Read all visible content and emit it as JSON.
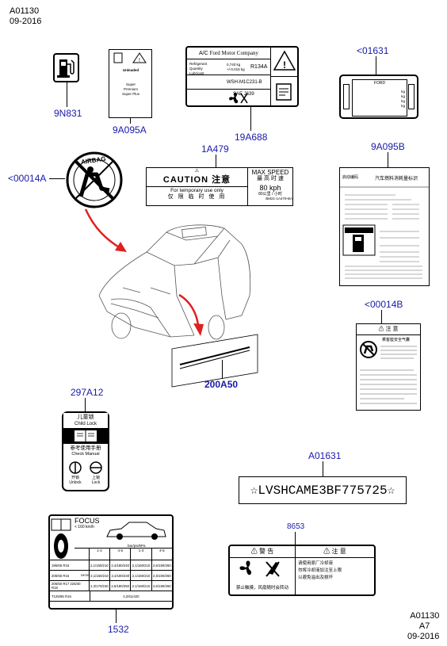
{
  "corner_top": {
    "line1": "A01130",
    "line2": "09-2016"
  },
  "corner_bottom": {
    "line1": "A01130",
    "line2": "A7",
    "line3": "09-2016"
  },
  "parts": {
    "p9N831": "9N831",
    "p9A095A": "9A095A",
    "p19A688": "19A688",
    "p01631": "<01631",
    "p1A479": "1A479",
    "p9A095B": "9A095B",
    "p00014A": "<00014A",
    "p00014B": "<00014B",
    "p200A50": "200A50",
    "p297A12": "297A12",
    "pA01631": "A01631",
    "p8653": "8653",
    "p1532": "1532"
  },
  "ac_label": {
    "header_left": "A/C",
    "header_company": "Ford Motor Company",
    "refrigerant": "R134A",
    "amount1": "0,740 kg",
    "amount2": "+/-0,015 kg",
    "spec": "WSH-M1C231-B",
    "standard": "SAE J639"
  },
  "fuel_label_9A095A": {
    "line1": "Unleaded",
    "line2": "Super",
    "line3": "Premium",
    "line4": "Super Plus"
  },
  "ford_screen": {
    "brand": "FORD",
    "u1": "kg",
    "u2": "kg",
    "u3": "kg",
    "u4": "kg"
  },
  "airbag": {
    "text": "AIRBAG"
  },
  "caution_label": {
    "caution": "CAUTION 注意",
    "note_en": "For temporary use only",
    "note_cn": "仅 限 临 时 使 用",
    "max_speed": "MAX SPEED",
    "max_speed_cn": "最 高 时 速",
    "speed_value": "80 kph",
    "speed_sub": "80公里 / 小时",
    "part_no": "BM21-1A479-BA"
  },
  "cn_fuel_label": {
    "title": "汽车燃料消耗量标识",
    "header_left": "启动编码"
  },
  "warning_00014B": {
    "header": "注 意",
    "warn_title": "乘客座安全气囊"
  },
  "child_lock": {
    "title_cn": "儿童锁",
    "title_en": "Child Lock",
    "manual_cn": "参考使用手册",
    "manual_en": "Check Manual",
    "unlock_cn": "开锁",
    "unlock_en": "Unlock",
    "lock_cn": "上锁",
    "lock_en": "Lock"
  },
  "vin_plate": {
    "text": "☆LVSHCAME3BF775725☆"
  },
  "warn_8653": {
    "left_title": "警 告",
    "right_title": "注 意",
    "left_note": "禁止触摸，风扇随时会转动",
    "right_lines": [
      "请使用原厂冷却液",
      "勿将冷却液加注至上限",
      "以避免溢出及损坏"
    ]
  },
  "tire_label": {
    "title": "FOCUS",
    "speed": "< 160 km/h",
    "pressure_unit": "bar/psi/kPa",
    "headers": [
      "1-3",
      "4-5",
      "1-3",
      "4-5"
    ],
    "rows": [
      {
        "size": "195/65 R15",
        "engine": "",
        "v": [
          "2,1/160/210",
          "2,4/180/240",
          "2,1/160/210",
          "2,6/190/260"
        ]
      },
      {
        "size": "205/55 R16",
        "engine": "DIESEL",
        "v": [
          "2,1/160/210",
          "2,4/180/240",
          "2,1/160/210",
          "2,6/190/260"
        ]
      },
      {
        "size": "205/50 R17 225/40 R18",
        "engine": "",
        "v": [
          "2,3/170/230",
          "2,5/180/250",
          "2,1/160/210",
          "2,6/190/260"
        ]
      },
      {
        "size": "T125/85 R16",
        "engine": "",
        "v": [
          "4,2/61/420"
        ]
      }
    ]
  }
}
